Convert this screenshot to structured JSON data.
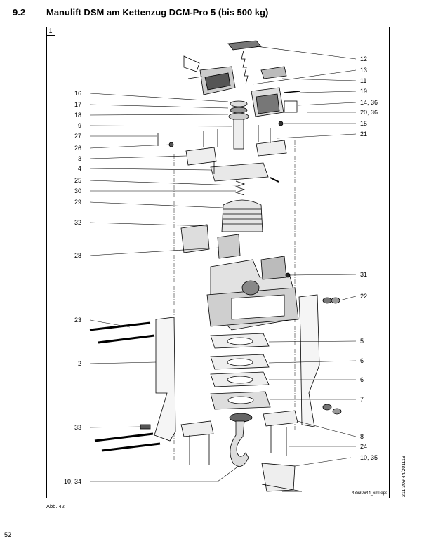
{
  "section": {
    "number": "9.2",
    "title": "Manulift DSM am Kettenzug DCM-Pro 5 (bis 500 kg)"
  },
  "figure": {
    "index": "1",
    "file_ref": "43630644_xml.eps",
    "caption": "Abb. 42",
    "labels_left": [
      "16",
      "17",
      "18",
      "9",
      "27",
      "26",
      "3",
      "4",
      "25",
      "30",
      "29",
      "32",
      "28",
      "23",
      "2",
      "33",
      "10, 34"
    ],
    "labels_right": [
      "12",
      "13",
      "11",
      "19",
      "14, 36",
      "20, 36",
      "15",
      "21",
      "31",
      "22",
      "5",
      "6",
      "6",
      "7",
      "8",
      "24",
      "10, 35"
    ]
  },
  "footer": {
    "page_number": "52",
    "doc_code": "211 309 44/201119"
  }
}
